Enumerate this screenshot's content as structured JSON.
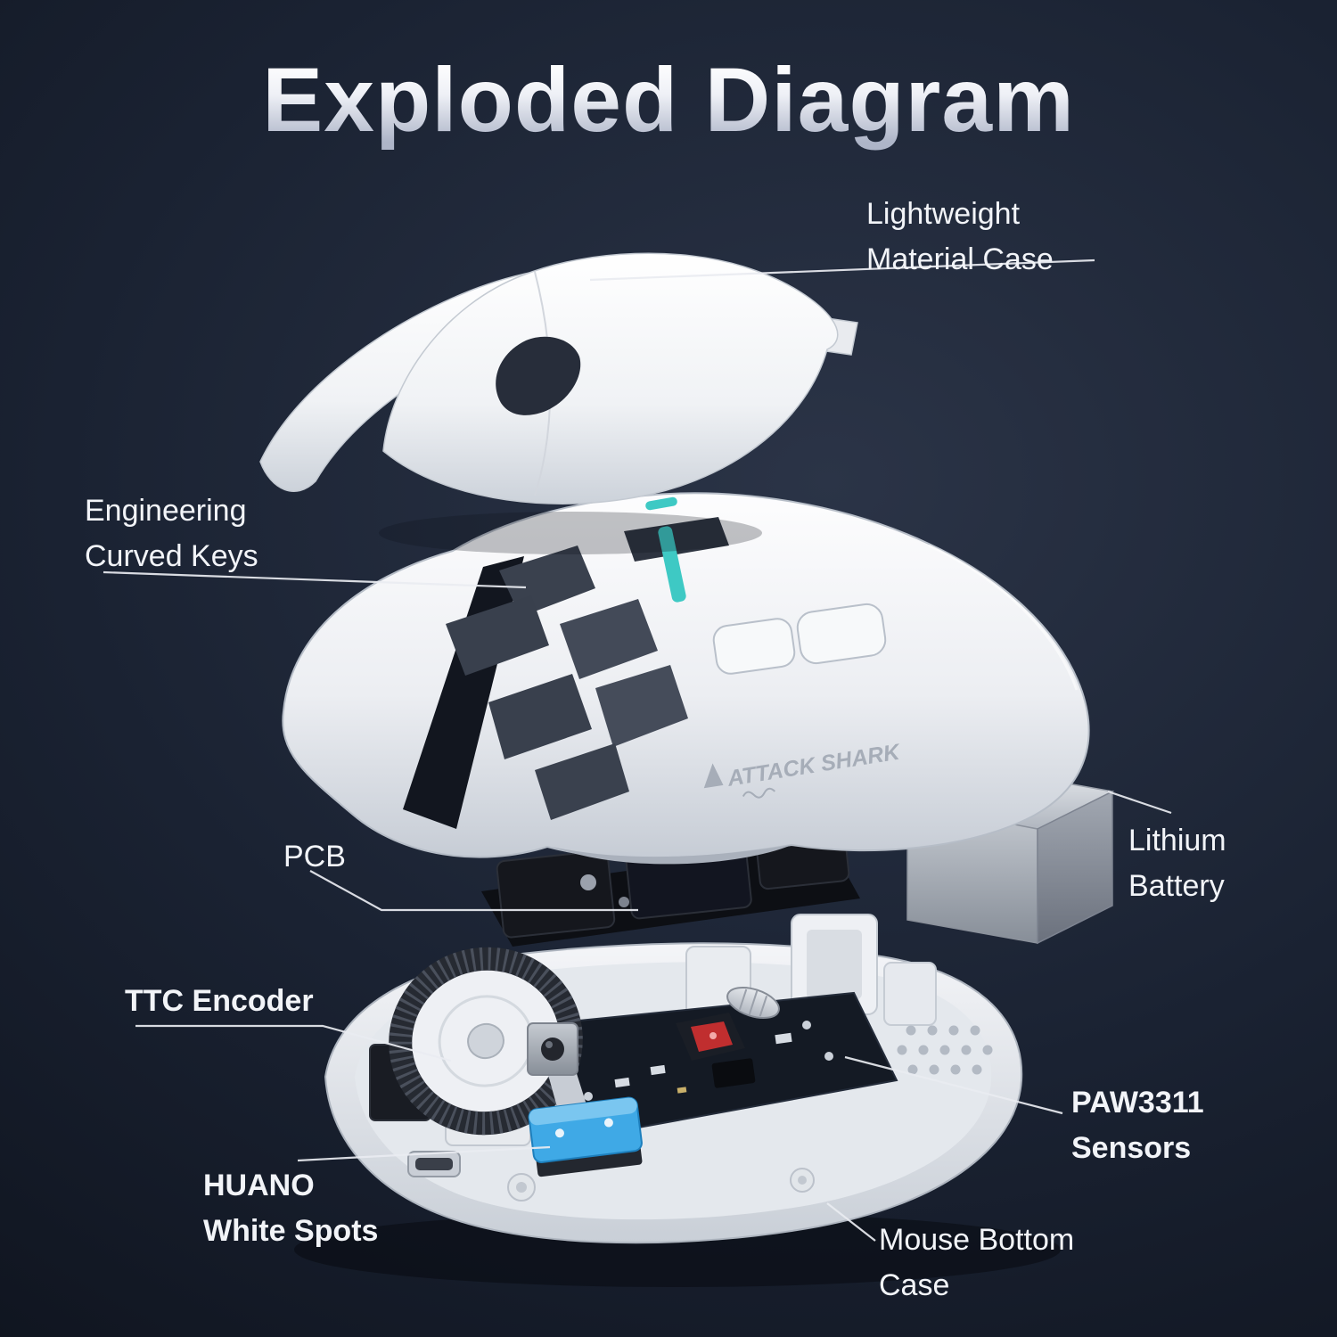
{
  "title": "Exploded Diagram",
  "callouts": {
    "lightweight_case": {
      "lines": [
        "Lightweight",
        "Material Case"
      ]
    },
    "curved_keys": {
      "lines": [
        "Engineering",
        "Curved Keys"
      ]
    },
    "pcb": {
      "lines": [
        "PCB"
      ]
    },
    "lithium_battery": {
      "lines": [
        "Lithium",
        "Battery"
      ]
    },
    "ttc_encoder": {
      "lines": [
        "TTC Encoder"
      ]
    },
    "paw3311_sensors": {
      "lines": [
        "PAW3311",
        "Sensors"
      ]
    },
    "huano_white_spots": {
      "lines": [
        "HUANO",
        "White Spots"
      ]
    },
    "mouse_bottom_case": {
      "lines": [
        "Mouse Bottom",
        "Case"
      ]
    }
  },
  "illustration": {
    "brand": "ATTACK SHARK"
  },
  "colors": {
    "background_center": "#2b3447",
    "background_edge": "#0c1019",
    "label_text": "#f2f4f8",
    "leader_line": "#e9ecf1",
    "shell_white": "#f0f2f5",
    "accent_teal": "#3ec9c4",
    "switch_blue": "#3fa9e6",
    "sensor_red": "#c92f2f",
    "battery_silver": "#b3b9c2"
  }
}
